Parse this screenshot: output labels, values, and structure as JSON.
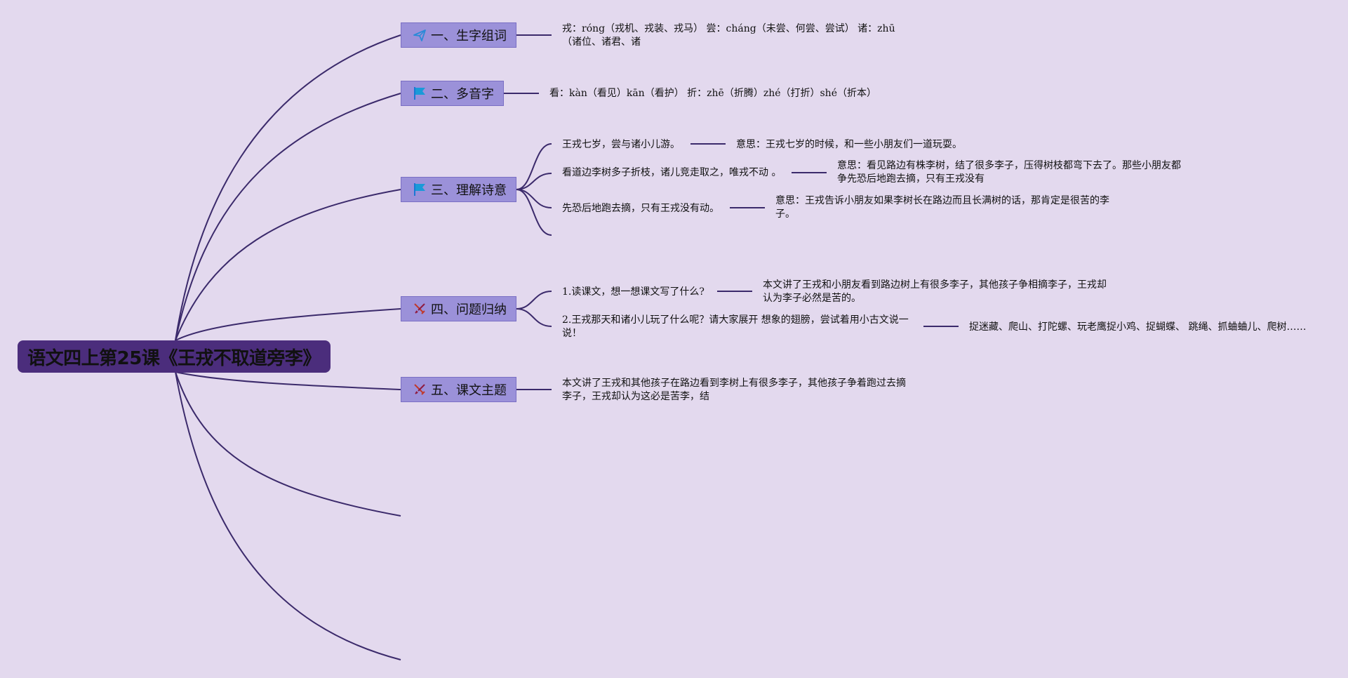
{
  "root": {
    "title": "语文四上第25课《王戎不取道旁李》"
  },
  "topics": [
    {
      "label": "一、生字组词",
      "icon": "paper-plane-icon"
    },
    {
      "label": "二、多音字",
      "icon": "flag-icon"
    },
    {
      "label": "三、理解诗意",
      "icon": "flag-icon"
    },
    {
      "label": "四、问题归纳",
      "icon": "swords-icon"
    },
    {
      "label": "五、课文主题",
      "icon": "swords-icon"
    }
  ],
  "t1": {
    "text": "戎：róng（戎机、戎装、戎马） 尝：cháng（未尝、何尝、尝试） 诸：zhū（诸位、诸君、诸"
  },
  "t2": {
    "text": "看：kàn（看见）kān（看护） 折：zhē（折腾）zhé（打折）shé（折本）"
  },
  "t3": {
    "items": [
      {
        "line": "王戎七岁，尝与诸小儿游。",
        "meaning": "意思：王戎七岁的时候，和一些小朋友们一道玩耍。"
      },
      {
        "line": "看道边李树多子折枝，诸儿竞走取之，唯戎不动 。",
        "meaning": "意思：看见路边有株李树，结了很多李子，压得树枝都弯下去了。那些小朋友都争先恐后地跑去摘，只有王戎没有"
      },
      {
        "line": "先恐后地跑去摘，只有王戎没有动。",
        "meaning": "意思：王戎告诉小朋友如果李树长在路边而且长满树的话，那肯定是很苦的李子。"
      }
    ]
  },
  "t4": {
    "items": [
      {
        "question": "1.读课文，想一想课文写了什么?",
        "answer": "本文讲了王戎和小朋友看到路边树上有很多李子，其他孩子争相摘李子，王戎却认为李子必然是苦的。"
      },
      {
        "question": "2.王戎那天和诸小儿玩了什么呢？请大家展开 想象的翅膀，尝试着用小古文说一说！",
        "answer": "捉迷藏、爬山、打陀螺、玩老鹰捉小鸡、捉蝴蝶、 跳绳、抓蛐蛐儿、爬树……"
      }
    ]
  },
  "t5": {
    "text": "本文讲了王戎和其他孩子在路边看到李树上有很多李子，其他孩子争着跑过去摘李子，王戎却认为这必是苦李，结"
  },
  "colors": {
    "background": "#e3d9ee",
    "root": "#4b2d7c",
    "topic": "#9b91d9",
    "line": "#3b2a6b"
  }
}
